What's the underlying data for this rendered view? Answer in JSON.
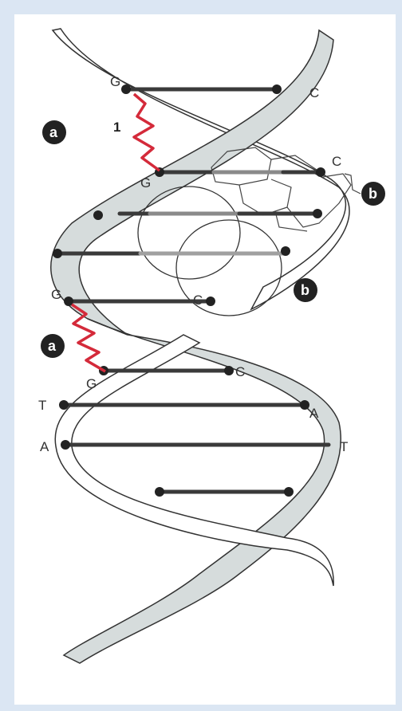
{
  "colors": {
    "background": "#dbe6f3",
    "strand_fill": "#d6dcdc",
    "bond": "#3a3a3a",
    "crosslink": "#d42a3a",
    "badge": "#222222"
  },
  "base_labels": {
    "g_top": "G",
    "c_top": "C",
    "g_second": "G",
    "c_second": "C",
    "g_left": "G",
    "c_mid": "C",
    "g_lower": "G",
    "c_lower": "C",
    "t_left": "T",
    "a_right": "A",
    "a_left": "A",
    "t_right": "T"
  },
  "annotations": {
    "crosslink_number": "1",
    "badge_a_top": "a",
    "badge_a_lower": "a",
    "badge_b_right": "b",
    "badge_b_center": "b"
  }
}
